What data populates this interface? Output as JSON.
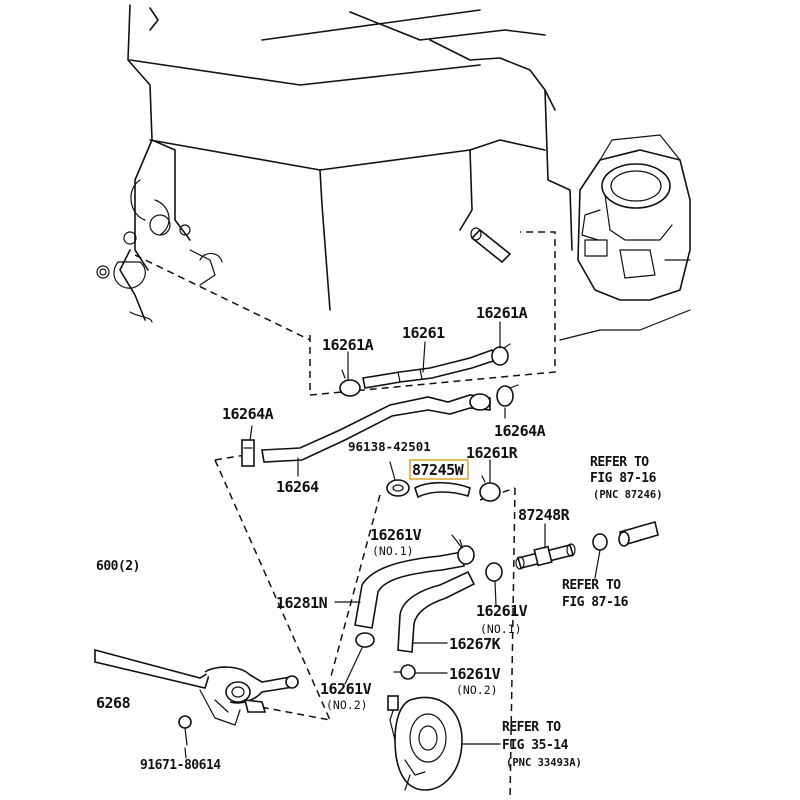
{
  "labels": {
    "p16261a_left": "16261A",
    "p16261": "16261",
    "p16261a_right": "16261A",
    "p16264a_left": "16264A",
    "p16264a_right": "16264A",
    "p16264": "16264",
    "p96138": "96138-42501",
    "p87245w": "87245W",
    "p16261r": "16261R",
    "refer1_line1": "REFER TO",
    "refer1_line2": "FIG 87-16",
    "refer1_pnc": "(PNC 87246)",
    "p87248r": "87248R",
    "refer2_line1": "REFER TO",
    "refer2_line2": "FIG 87-16",
    "p16261v_top": "16261V",
    "no1_top": "(NO.1)",
    "p600": "600(2)",
    "p16281n": "16281N",
    "p16261v_mid": "16261V",
    "no1_mid": "(NO.1)",
    "p16267k": "16267K",
    "p16261v_right": "16261V",
    "no2_right": "(NO.2)",
    "p16261v_left": "16261V",
    "no2_left": "(NO.2)",
    "p6268": "6268",
    "p91671": "91671-80614",
    "refer3_line1": "REFER TO",
    "refer3_line2": "FIG 35-14",
    "refer3_pnc": "(PNC 33493A)"
  },
  "highlight": {
    "part": "87245W",
    "color": "#e0a83a"
  }
}
